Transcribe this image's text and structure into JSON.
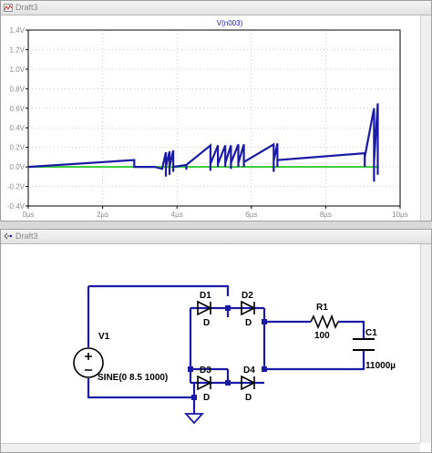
{
  "waveform_window": {
    "title": "Draft3",
    "plot_title": "V(n003)",
    "colors": {
      "trace": "#1a1aa6",
      "baseline": "#33cc33",
      "axis": "#000000",
      "grid": "#a0a0a0",
      "tick_text": "#8c8c8c"
    },
    "icon": "waveform-icon"
  },
  "schematic_window": {
    "title": "Draft3",
    "icon": "schematic-icon",
    "colors": {
      "wire": "#1a1aa6",
      "junction": "#1a1aa6"
    },
    "components": {
      "source": {
        "name": "V1",
        "value": "SINE(0 8.5 1000)"
      },
      "d1": {
        "name": "D1",
        "model": "D"
      },
      "d2": {
        "name": "D2",
        "model": "D"
      },
      "d3": {
        "name": "D3",
        "model": "D"
      },
      "d4": {
        "name": "D4",
        "model": "D"
      },
      "r1": {
        "name": "R1",
        "value": "100"
      },
      "c1": {
        "name": "C1",
        "value": "11000µ"
      }
    }
  },
  "chart_data": {
    "type": "line",
    "title": "V(n003)",
    "xlabel": "",
    "ylabel": "",
    "x_unit": "µs",
    "xlim": [
      0,
      10
    ],
    "ylim": [
      -0.4,
      1.4
    ],
    "x_ticks": [
      "0µs",
      "2µs",
      "4µs",
      "6µs",
      "8µs",
      "10µs"
    ],
    "y_ticks": [
      "1.4V",
      "1.2V",
      "1.0V",
      "0.8V",
      "0.6V",
      "0.4V",
      "0.2V",
      "0.0V",
      "-0.2V",
      "-0.4V"
    ],
    "series": [
      {
        "name": "V(n003)",
        "color": "#1a1aa6",
        "x": [
          0,
          2.85,
          2.85,
          3.4,
          3.6,
          3.7,
          3.7,
          3.7,
          3.8,
          3.8,
          3.8,
          3.9,
          3.9,
          3.9,
          4.25,
          4.25,
          4.25,
          4.9,
          4.9,
          4.9,
          5.1,
          5.1,
          5.1,
          5.3,
          5.3,
          5.3,
          5.45,
          5.45,
          5.45,
          5.65,
          5.65,
          5.65,
          5.8,
          5.8,
          5.8,
          6.6,
          6.6,
          6.6,
          6.7,
          6.7,
          6.7,
          9.05,
          9.05,
          9.05,
          9.3,
          9.3,
          9.3,
          9.4,
          9.4,
          9.4
        ],
        "y": [
          0.0,
          0.07,
          0.0,
          0.0,
          -0.02,
          0.15,
          -0.1,
          0.0,
          0.16,
          -0.08,
          0.0,
          0.17,
          -0.05,
          0.0,
          0.02,
          -0.03,
          0.02,
          0.22,
          -0.04,
          0.03,
          0.22,
          0.0,
          0.03,
          0.22,
          0.0,
          0.04,
          0.22,
          -0.02,
          0.04,
          0.23,
          0.0,
          0.04,
          0.23,
          0.0,
          0.05,
          0.23,
          -0.05,
          0.06,
          0.24,
          0.0,
          0.07,
          0.14,
          0.0,
          0.1,
          0.6,
          -0.15,
          0.05,
          0.65,
          -0.08,
          0.0
        ]
      },
      {
        "name": "baseline",
        "color": "#33cc33",
        "x": [
          0,
          9.4
        ],
        "y": [
          0.0,
          0.0
        ]
      }
    ],
    "grid": true
  }
}
